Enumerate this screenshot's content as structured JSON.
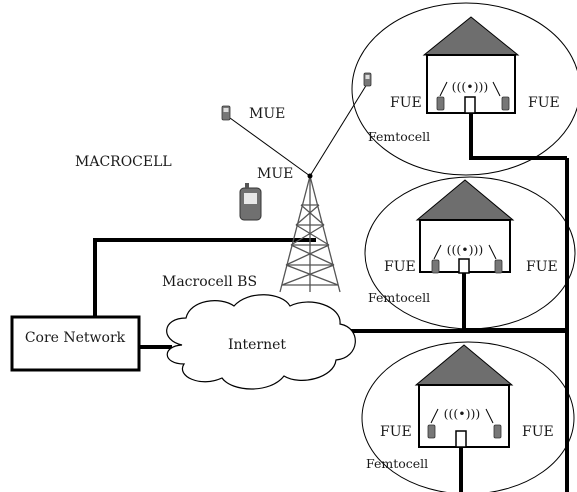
{
  "labels": {
    "macrocell": "MACROCELL",
    "mue_top": "MUE",
    "mue_left": "MUE",
    "macrocell_bs": "Macrocell BS",
    "core_network": "Core Network",
    "internet": "Internet",
    "femtocells": [
      {
        "left_fue": "FUE",
        "right_fue": "FUE",
        "name": "Femtocell"
      },
      {
        "left_fue": "FUE",
        "right_fue": "FUE",
        "name": "Femtocell"
      },
      {
        "left_fue": "FUE",
        "right_fue": "FUE",
        "name": "Femtocell"
      }
    ]
  },
  "icons": {
    "antenna_symbol": "(((•)))",
    "tower": "cell-tower-icon",
    "phone": "mobile-phone-icon",
    "house": "house-icon",
    "cloud": "cloud-icon"
  },
  "colors": {
    "line": "#000000",
    "roof": "#6e6e6e",
    "tower": "#555555",
    "phone": "#707070"
  }
}
